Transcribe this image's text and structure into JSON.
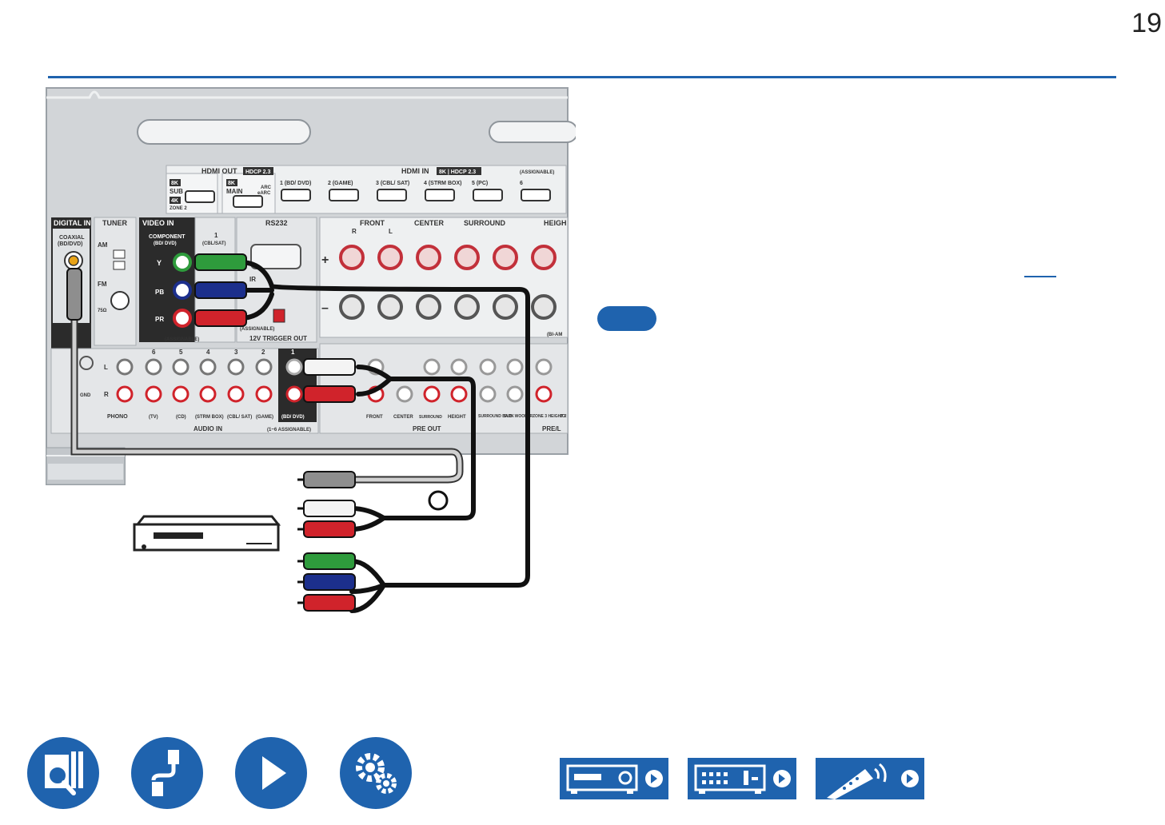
{
  "page": {
    "number": "19"
  },
  "panel": {
    "hdmi_out": {
      "title": "HDMI OUT",
      "hdcp": "HDCP 2.3",
      "sub_badge": "8K",
      "sub_label": "SUB",
      "zone_badge": "4K",
      "zone_label": "ZONE 2",
      "main_badge": "8K",
      "main_label": "MAIN",
      "arc_label": "ARC",
      "earc_label": "eARC"
    },
    "hdmi_in": {
      "title": "HDMI IN",
      "badge": "8K | HDCP 2.3",
      "assignable": "(ASSIGNABLE)",
      "ports": [
        "1 (BD/ DVD)",
        "2 (GAME)",
        "3 (CBL/ SAT)",
        "4 (STRM BOX)",
        "5 (PC)",
        "6"
      ]
    },
    "digital_in": {
      "title": "DIGITAL IN",
      "coaxial": "COAXIAL",
      "coaxial_sub": "(BD/DVD)"
    },
    "tuner": {
      "title": "TUNER",
      "am": "AM",
      "fm": "FM",
      "ohm": "75Ω"
    },
    "video_in": {
      "title": "VIDEO  IN",
      "component": "COMPONENT",
      "component_sub": "(BD/ DVD)",
      "input1": "1",
      "input1_sub": "(CBL/SAT)",
      "y": "Y",
      "pb": "PB",
      "pr": "PR",
      "assignable": "(ASSIGNABLE)"
    },
    "rs232": {
      "title": "RS232",
      "ir": "IR",
      "assignable": "(ASSIGNABLE)",
      "trigger": "12V TRIGGER OUT"
    },
    "speakers": {
      "front": "FRONT",
      "center": "CENTER",
      "surround": "SURROUND",
      "height": "HEIGH",
      "r": "R",
      "l": "L",
      "plus": "+",
      "minus": "–",
      "biamp": "(BI-AM"
    },
    "audio_in": {
      "l": "L",
      "r": "R",
      "gnd": "GND",
      "phono": "PHONO",
      "numbers": [
        "6",
        "5",
        "4",
        "3",
        "2",
        "1"
      ],
      "labels": [
        "(TV)",
        "(CD)",
        "(STRM BOX)",
        "(CBL/ SAT)",
        "(GAME)",
        "(BD/ DVD)"
      ],
      "title": "AUDIO IN",
      "assignable": "(1~6 ASSIGNABLE)"
    },
    "pre_out": {
      "labels": [
        "FRONT",
        "CENTER",
        "SURROUND",
        "HEIGHT",
        "SURROUND BACK",
        "SUB- WOOFER",
        "ZONE 3 HEIGHT 2",
        "ZO"
      ],
      "title": "PRE OUT",
      "title2": "PRE/L"
    }
  },
  "colors": {
    "accent": "#1f63ae",
    "panel": "#d2d5d8",
    "green": "#2e9b3c",
    "blue": "#1c2f8c",
    "red": "#d0232b",
    "white": "#f4f4f4",
    "gray": "#8e8e8e",
    "orange": "#e8a317"
  },
  "nav": [
    {
      "name": "contents-book-icon"
    },
    {
      "name": "connections-cable-icon"
    },
    {
      "name": "playback-play-icon"
    },
    {
      "name": "setup-gears-icon"
    }
  ],
  "refs": [
    {
      "name": "front-panel-icon"
    },
    {
      "name": "rear-panel-icon"
    },
    {
      "name": "remote-control-icon"
    }
  ]
}
